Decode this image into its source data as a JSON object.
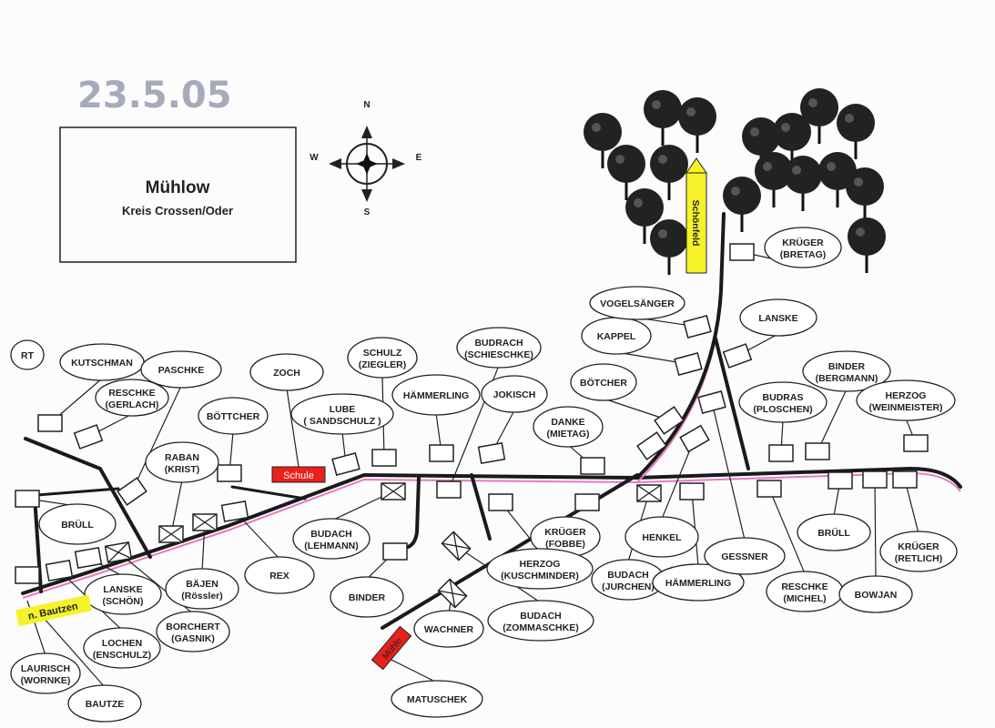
{
  "stamp_date": "23.5.05",
  "title_box": {
    "title": "Mühlow",
    "subtitle": "Kreis Crossen/Oder"
  },
  "compass": {
    "n": "N",
    "s": "S",
    "e": "E",
    "w": "W"
  },
  "signs": {
    "school": "Schule",
    "mill": "Mühle",
    "to_schoenfeld": "Schönfeld",
    "to_bautzen": "n. Bautzen"
  },
  "colors": {
    "road": "#1a1a1a",
    "road_highlight": "#e879c0",
    "sign_red": "#e8211b",
    "sign_yellow": "#f5f22a"
  },
  "residents": [
    {
      "name": "RT"
    },
    {
      "name": "KUTSCHMAN"
    },
    {
      "name": "RESCHKE",
      "alt": "(GERLACH)"
    },
    {
      "name": "PASCHKE"
    },
    {
      "name": "ZOCH"
    },
    {
      "name": "SCHULZ",
      "alt": "(ZIEGLER)"
    },
    {
      "name": "BUDRACH",
      "alt": "(SCHIESCHKE)"
    },
    {
      "name": "LUBE",
      "alt": "( SANDSCHULZ )"
    },
    {
      "name": "BÖTTCHER"
    },
    {
      "name": "HÄMMERLING"
    },
    {
      "name": "JOKISCH"
    },
    {
      "name": "DANKE",
      "alt": "(MIETAG)"
    },
    {
      "name": "BÖTCHER"
    },
    {
      "name": "KAPPEL"
    },
    {
      "name": "VOGELSÄNGER"
    },
    {
      "name": "LANSKE"
    },
    {
      "name": "KRÜGER",
      "alt": "(BRETAG)"
    },
    {
      "name": "BINDER",
      "alt": "(BERGMANN)"
    },
    {
      "name": "BUDRAS",
      "alt": "(PLOSCHEN)"
    },
    {
      "name": "HERZOG",
      "alt": "(WEINMEISTER)"
    },
    {
      "name": "RABAN",
      "alt": "(KRIST)"
    },
    {
      "name": "BRÜLL"
    },
    {
      "name": "LANSKE",
      "alt": "(SCHÖN)"
    },
    {
      "name": "BÄJEN",
      "alt": "(Rössler)"
    },
    {
      "name": "BORCHERT",
      "alt": "(GASNIK)"
    },
    {
      "name": "LOCHEN",
      "alt": "(ENSCHULZ)"
    },
    {
      "name": "LAURISCH",
      "alt": "(WORNKE)"
    },
    {
      "name": "BAUTZE"
    },
    {
      "name": "REX"
    },
    {
      "name": "BUDACH",
      "alt": "(LEHMANN)"
    },
    {
      "name": "BINDER"
    },
    {
      "name": "KRÜGER",
      "alt": "(FOBBE)"
    },
    {
      "name": "HERZOG",
      "alt": "(KUSCHMINDER)"
    },
    {
      "name": "BUDACH",
      "alt": "(JURCHEN)"
    },
    {
      "name": "HENKEL"
    },
    {
      "name": "HÄMMERLING"
    },
    {
      "name": "GESSNER"
    },
    {
      "name": "RESCHKE",
      "alt": "(MICHEL)"
    },
    {
      "name": "BRÜLL"
    },
    {
      "name": "BOWJAN"
    },
    {
      "name": "KRÜGER",
      "alt": "(RETLICH)"
    },
    {
      "name": "WACHNER"
    },
    {
      "name": "BUDACH",
      "alt": "(ZOMMASCHKE)"
    },
    {
      "name": "MATUSCHEK"
    }
  ]
}
